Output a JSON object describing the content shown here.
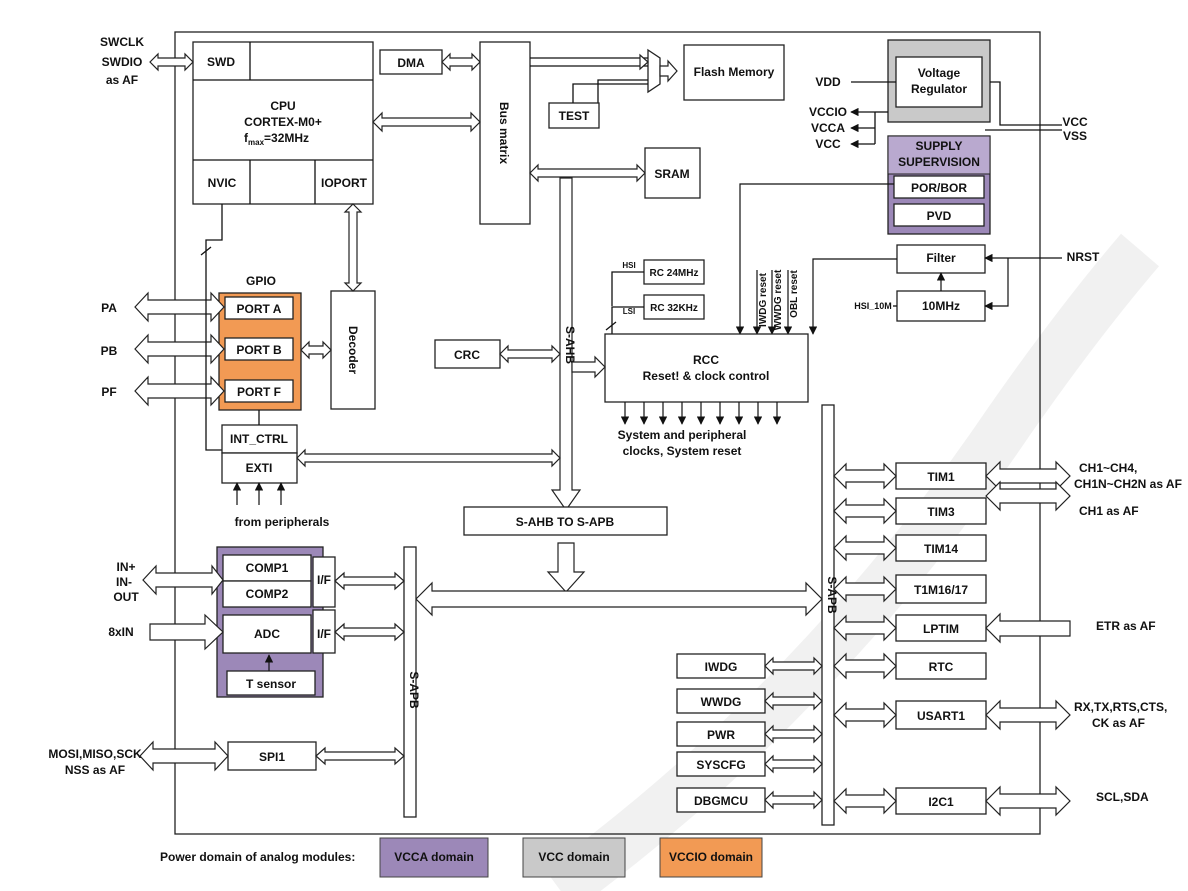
{
  "colors": {
    "vcca": "#9c88b8",
    "vcc": "#c9c9c9",
    "vccio": "#f29a54"
  },
  "pins": {
    "swclk": "SWCLK",
    "swdio": "SWDIO",
    "as_af": "as AF",
    "pa": "PA",
    "pb": "PB",
    "pf": "PF",
    "in_plus": "IN+",
    "in_minus": "IN-",
    "out": "OUT",
    "eight_in": "8xIN",
    "spi_pins_1": "MOSI,MISO,SCK",
    "spi_pins_2": "NSS as AF",
    "vdd": "VDD",
    "vccio": "VCCIO",
    "vcca": "VCCA",
    "vcc_left": "VCC",
    "vcc_right": "VCC",
    "vss": "VSS",
    "nrst": "NRST",
    "tim1_pins_1": "CH1~CH4,",
    "tim1_pins_2": "CH1N~CH2N as AF",
    "tim3_pins": "CH1 as AF",
    "lptim_pins": "ETR as AF",
    "usart_pins_1": "RX,TX,RTS,CTS,",
    "usart_pins_2": "CK as AF",
    "i2c_pins": "SCL,SDA"
  },
  "blocks": {
    "swd": "SWD",
    "cpu": "CPU",
    "cpu_core": "CORTEX-M0+",
    "fmax_f": "f",
    "fmax_sub": "max",
    "fmax_val": "=32MHz",
    "nvic": "NVIC",
    "ioport": "IOPORT",
    "dma": "DMA",
    "bus_matrix": "Bus matrix",
    "test": "TEST",
    "flash": "Flash Memory",
    "sram": "SRAM",
    "voltage_regulator_1": "Voltage",
    "voltage_regulator_2": "Regulator",
    "supply_supervision_1": "SUPPLY",
    "supply_supervision_2": "SUPERVISION",
    "por_bor": "POR/BOR",
    "pvd": "PVD",
    "filter": "Filter",
    "osc_10mhz": "10MHz",
    "hsi_10m": "HSI_10M",
    "hsi": "HSI",
    "lsi": "LSI",
    "rc24": "RC 24MHz",
    "rc32": "RC 32KHz",
    "iwdg_reset": "IWDG reset",
    "wwdg_reset": "WWDG reset",
    "obl_reset": "OBL reset",
    "rcc_1": "RCC",
    "rcc_2": "Reset! & clock control",
    "rcc_out_1": "System and peripheral",
    "rcc_out_2": "clocks, System reset",
    "gpio": "GPIO",
    "port_a": "PORT A",
    "port_b": "PORT B",
    "port_f": "PORT F",
    "decoder": "Decoder",
    "crc": "CRC",
    "s_ahb": "S-AHB",
    "int_ctrl": "INT_CTRL",
    "exti": "EXTI",
    "from_peripherals": "from peripherals",
    "ahb_to_apb": "S-AHB TO S-APB",
    "comp1": "COMP1",
    "comp2": "COMP2",
    "adc": "ADC",
    "t_sensor": "T sensor",
    "if": "I/F",
    "spi1": "SPI1",
    "s_apb": "S-APB",
    "iwdg": "IWDG",
    "wwdg": "WWDG",
    "pwr": "PWR",
    "syscfg": "SYSCFG",
    "dbgmcu": "DBGMCU",
    "tim1": "TIM1",
    "tim3": "TIM3",
    "tim14": "TIM14",
    "tim16_17": "T1M16/17",
    "lptim": "LPTIM",
    "rtc": "RTC",
    "usart1": "USART1",
    "i2c1": "I2C1"
  },
  "legend": {
    "title": "Power domain of analog modules:",
    "vcca_domain": "VCCA domain",
    "vcc_domain": "VCC domain",
    "vccio_domain": "VCCIO domain"
  }
}
